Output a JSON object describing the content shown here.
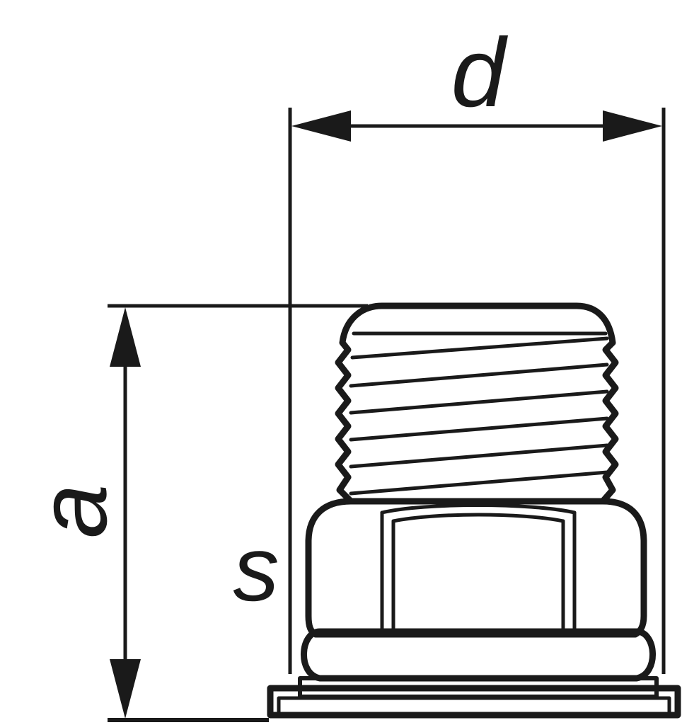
{
  "labels": {
    "width": "d",
    "height": "a",
    "hex": "s"
  },
  "colors": {
    "stroke": "#1a1a1a",
    "background": "#ffffff"
  }
}
